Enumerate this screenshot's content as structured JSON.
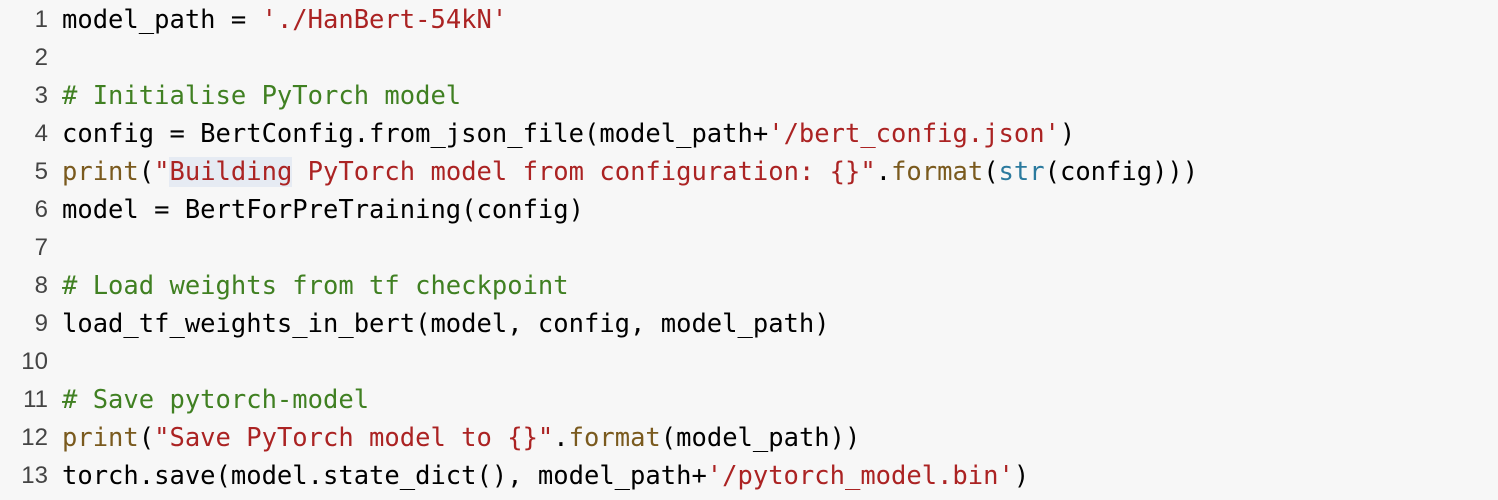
{
  "editor": {
    "lines": [
      {
        "number": "1",
        "tokens": [
          {
            "t": "model_path = ",
            "k": "plain"
          },
          {
            "t": "'./HanBert-54kN'",
            "k": "str"
          }
        ]
      },
      {
        "number": "2",
        "tokens": []
      },
      {
        "number": "3",
        "tokens": [
          {
            "t": "# Initialise PyTorch model",
            "k": "comment"
          }
        ]
      },
      {
        "number": "4",
        "tokens": [
          {
            "t": "config = BertConfig.from_json_file(model_path+",
            "k": "plain"
          },
          {
            "t": "'/bert_config.json'",
            "k": "str"
          },
          {
            "t": ")",
            "k": "plain"
          }
        ]
      },
      {
        "number": "5",
        "tokens": [
          {
            "t": "print",
            "k": "fn"
          },
          {
            "t": "(",
            "k": "plain"
          },
          {
            "t": "\"",
            "k": "str"
          },
          {
            "t": "Building",
            "k": "str",
            "hl": true
          },
          {
            "t": " PyTorch model from configuration: {}\"",
            "k": "str"
          },
          {
            "t": ".",
            "k": "plain"
          },
          {
            "t": "format",
            "k": "fn"
          },
          {
            "t": "(",
            "k": "plain"
          },
          {
            "t": "str",
            "k": "builtin"
          },
          {
            "t": "(config)))",
            "k": "plain"
          }
        ]
      },
      {
        "number": "6",
        "tokens": [
          {
            "t": "model = BertForPreTraining(config)",
            "k": "plain"
          }
        ]
      },
      {
        "number": "7",
        "tokens": []
      },
      {
        "number": "8",
        "tokens": [
          {
            "t": "# Load weights from tf checkpoint",
            "k": "comment"
          }
        ]
      },
      {
        "number": "9",
        "tokens": [
          {
            "t": "load_tf_weights_in_bert(model, config, model_path)",
            "k": "plain"
          }
        ]
      },
      {
        "number": "10",
        "tokens": []
      },
      {
        "number": "11",
        "tokens": [
          {
            "t": "# Save pytorch-model",
            "k": "comment"
          }
        ]
      },
      {
        "number": "12",
        "tokens": [
          {
            "t": "print",
            "k": "fn"
          },
          {
            "t": "(",
            "k": "plain"
          },
          {
            "t": "\"Save PyTorch model to {}\"",
            "k": "str"
          },
          {
            "t": ".",
            "k": "plain"
          },
          {
            "t": "format",
            "k": "fn"
          },
          {
            "t": "(model_path))",
            "k": "plain"
          }
        ]
      },
      {
        "number": "13",
        "tokens": [
          {
            "t": "torch.save(model.state_dict(), model_path+",
            "k": "plain"
          },
          {
            "t": "'/pytorch_model.bin'",
            "k": "str"
          },
          {
            "t": ")",
            "k": "plain"
          }
        ]
      }
    ]
  },
  "colors": {
    "background": "#f7f7f7",
    "string": "#ab2323",
    "comment": "#408022",
    "function": "#7a5a1e",
    "builtin": "#2b7a9e",
    "line_number": "#444444"
  }
}
